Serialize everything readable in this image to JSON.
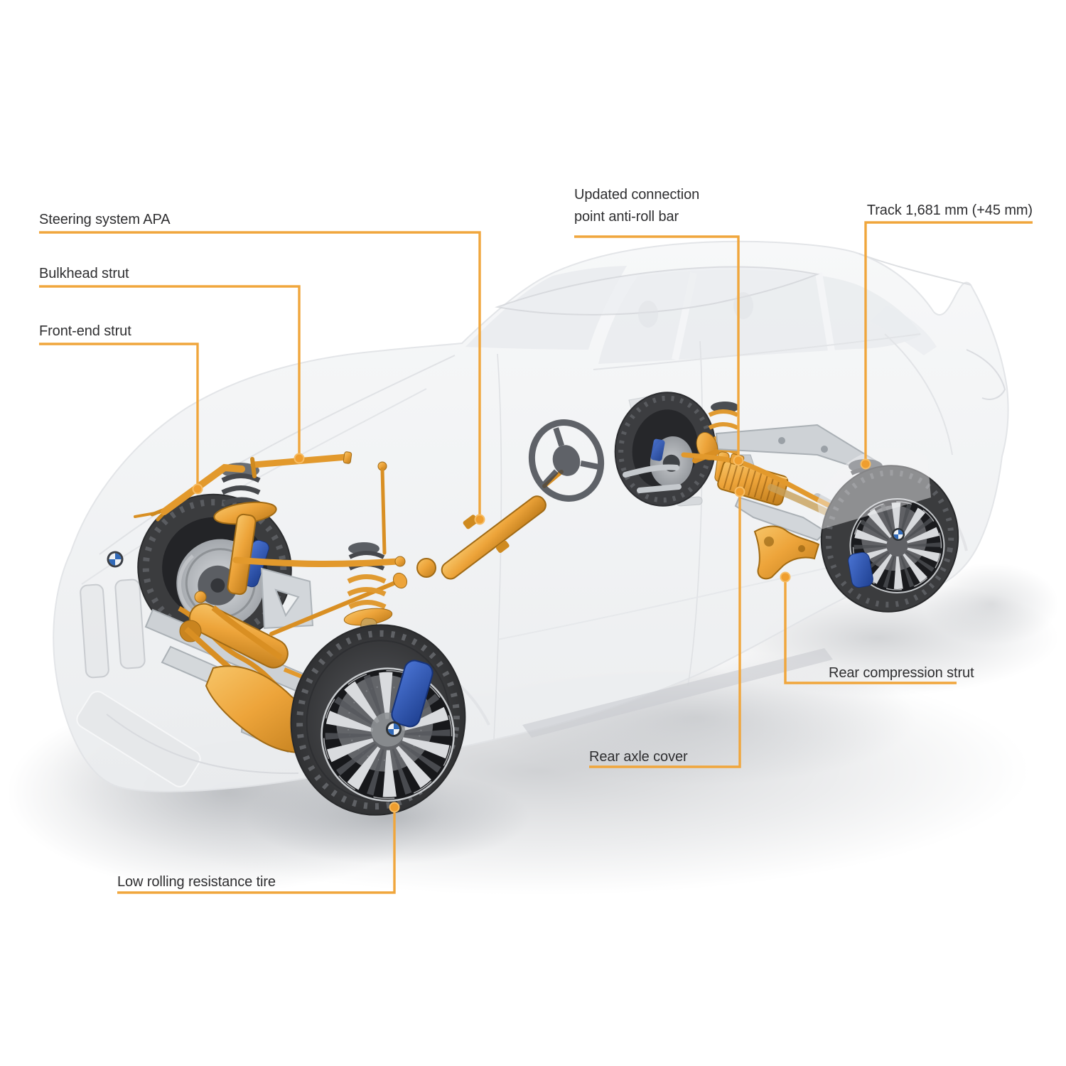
{
  "figure": {
    "type": "annotated cutaway diagram",
    "subject": "SUV chassis and suspension cutaway with highlighted components",
    "brand_icon": "bmw-roundel"
  },
  "colors": {
    "accent_callout": "#F0A63C",
    "component_orange": "#E8A33C",
    "brake_caliper_blue": "#2B50B5",
    "label_text": "#2E2E30",
    "ghost_body": "#F1F2F4",
    "tire_dark": "#3B3C3E",
    "background": "#FFFFFF"
  },
  "callouts": {
    "steering_apa": {
      "label": "Steering system APA"
    },
    "bulkhead_strut": {
      "label": "Bulkhead strut"
    },
    "front_end_strut": {
      "label": "Front-end strut"
    },
    "anti_roll_bar": {
      "label_line1": "Updated connection",
      "label_line2": "point anti-roll bar"
    },
    "track_width": {
      "label": "Track 1,681 mm (+45 mm)"
    },
    "rear_compression_strut": {
      "label": "Rear compression strut"
    },
    "rear_axle_cover": {
      "label": "Rear axle cover"
    },
    "low_rolling_resistance_tire": {
      "label": "Low rolling resistance tire"
    }
  }
}
